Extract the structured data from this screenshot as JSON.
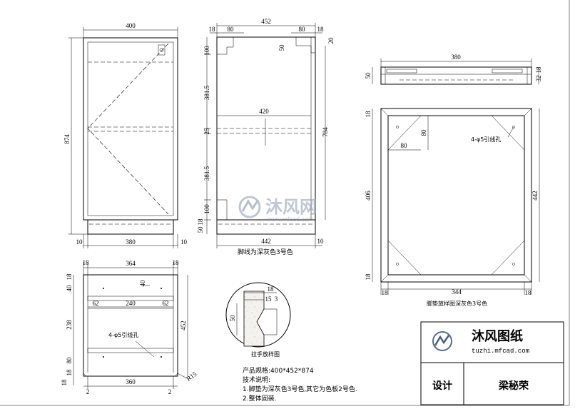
{
  "front_view": {
    "width": "400",
    "height": "874",
    "bottom_left": "10",
    "bottom_mid": "380",
    "bottom_right": "10"
  },
  "side_view": {
    "top_width": "452",
    "top_18a": "18",
    "top_80a": "80",
    "top_80b": "80",
    "top_18b": "18",
    "left_100a": "100",
    "left_3815a": "381.5",
    "left_25": "25",
    "left_3815b": "381.5",
    "left_100b": "100",
    "left_18": "18",
    "left_50": "50",
    "right_20": "20",
    "right_784": "784",
    "notch_50": "50",
    "mid_420": "420",
    "bottom_442": "442",
    "bottom_10": "10",
    "bottom_note": "脚线为深灰色3号色"
  },
  "top_view": {
    "width": "380",
    "h50": "50",
    "r32": "32",
    "r18": "18"
  },
  "bottom_view": {
    "caption": "脚垫放样图深灰色3号色",
    "width": "442",
    "height": "406",
    "d80a": "80",
    "d80b": "80",
    "hole_note": "4-φ5引线孔",
    "b18a": "18",
    "b344": "344",
    "b18b": "18",
    "l18": "18",
    "l18b": "18"
  },
  "back_view": {
    "top_18a": "18",
    "top_364": "364",
    "top_18b": "18",
    "d62a": "62",
    "d240": "240",
    "d62b": "62",
    "d40": "40",
    "left_18": "18",
    "left_40": "40",
    "left_238": "238",
    "left_80": "80",
    "left_18b": "18",
    "right_452": "452",
    "hole_note": "4-φ5引线孔",
    "bottom_360": "360",
    "bottom_2a": "2",
    "bottom_2b": "2",
    "r15": "R15",
    "l18": "18"
  },
  "detail_view": {
    "caption": "拉手放样图",
    "d18": "18",
    "d15": "15",
    "d3": "3",
    "d50": "50"
  },
  "watermark": {
    "text": "沐风网",
    "url": "www.mfcad.com"
  },
  "title_block": {
    "brand": "沐风图纸",
    "url": "tuzhi.mfcad.com",
    "design_label": "设计",
    "designer": "梁秘荣"
  },
  "notes": {
    "spec": "产品规格:400*452*874",
    "tech_title": "技术说明:",
    "line1": "1.脚垫为深灰色3号色,其它为色板2号色.",
    "line2": "2.整体固装."
  }
}
